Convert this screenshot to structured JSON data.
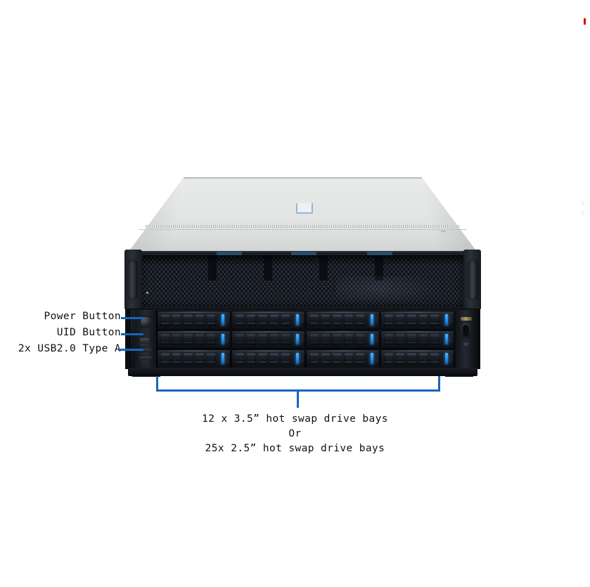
{
  "diagram": {
    "type": "server-front-view",
    "device": "4U rackmount storage server",
    "accent_color": "#1565C0",
    "chassis_lid_color": "#e4e6e5",
    "chassis_body_color": "#14171c",
    "drive_led_color": "#3ea6f0"
  },
  "callouts": [
    {
      "id": "power-button",
      "label": "Power Button",
      "side": "left"
    },
    {
      "id": "uid-button",
      "label": "UID Button",
      "side": "left"
    },
    {
      "id": "usb-ports",
      "label": "2x USB2.0 Type A",
      "side": "left"
    }
  ],
  "caption": {
    "line1": "12 x 3.5”  hot swap drive bays",
    "line2": "Or",
    "line3": "25x 2.5”  hot swap drive bays"
  },
  "drive_bays": {
    "columns": 4,
    "rows": 3,
    "total_visible_carriers": 12,
    "slots_per_carrier": 5,
    "led_per_carrier": 1
  },
  "front_panel": {
    "mesh": "hexagonal perforated intake",
    "rack_ears": 2,
    "right_io": "VGA port"
  }
}
